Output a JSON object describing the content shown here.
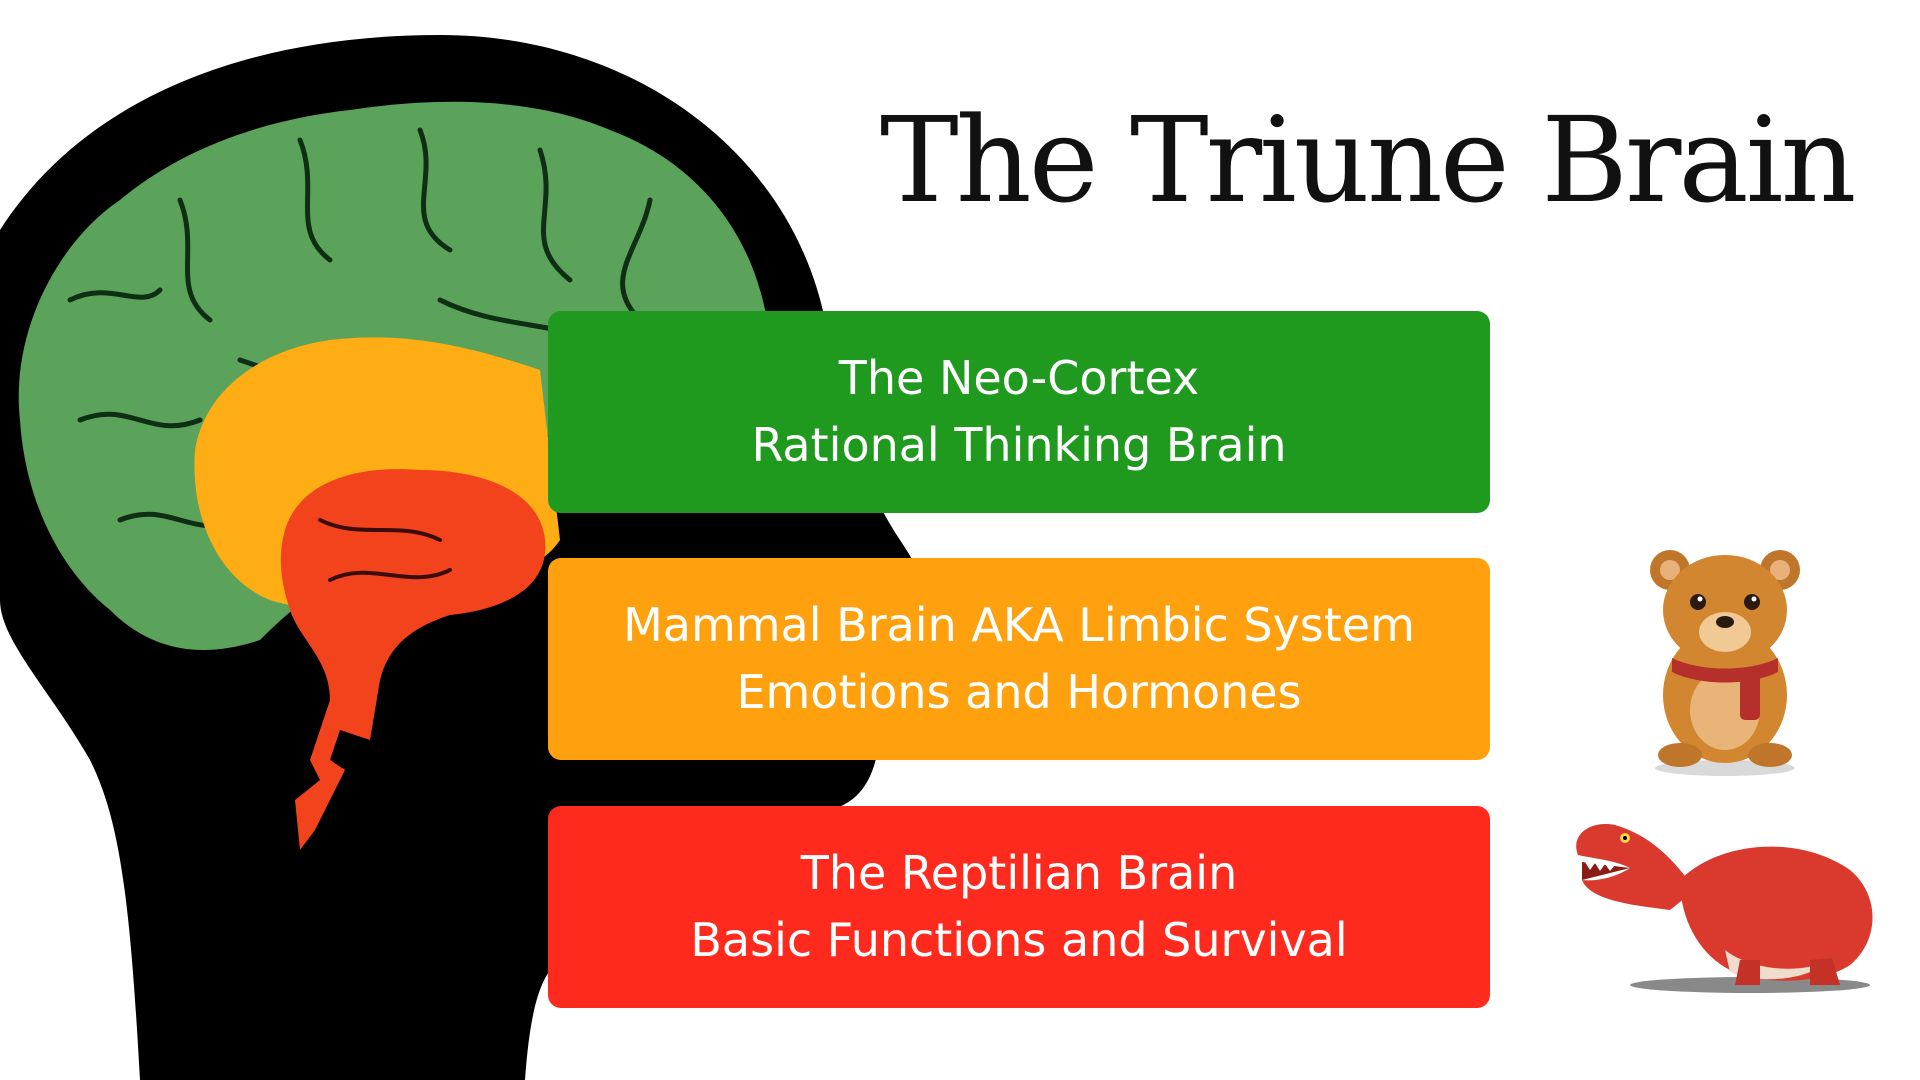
{
  "title": "The Triune Brain",
  "layers": [
    {
      "name": "The Neo-Cortex",
      "subtitle": "Rational Thinking Brain",
      "color": "#1f9a1f"
    },
    {
      "name": "Mammal Brain AKA Limbic System",
      "subtitle": "Emotions and Hormones",
      "color": "#ffa10e"
    },
    {
      "name": "The Reptilian Brain",
      "subtitle": "Basic Functions and Survival",
      "color": "#ff2a1e"
    }
  ],
  "colors": {
    "head_silhouette": "#000000",
    "neocortex": "#5ba35a",
    "limbic": "#ffad14",
    "reptilian": "#f2431d",
    "bear": "#d2862f",
    "dino": "#d93a2d"
  },
  "icons": [
    "head-silhouette",
    "brain",
    "teddy-bear",
    "t-rex"
  ]
}
